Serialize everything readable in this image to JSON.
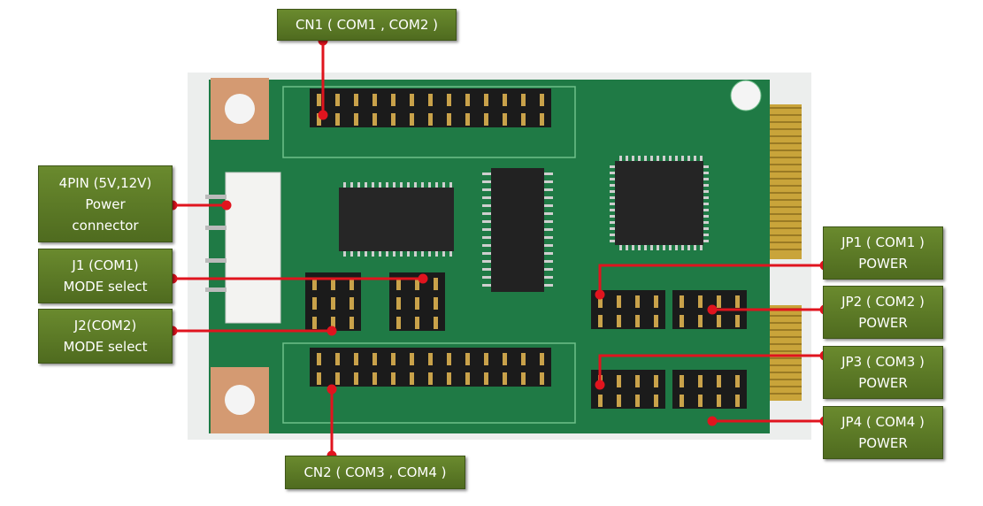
{
  "labels": {
    "cn1": [
      "CN1 ( COM1 , COM2 )"
    ],
    "power": [
      "4PIN (5V,12V)",
      "Power",
      "connector"
    ],
    "j1": [
      "J1 (COM1)",
      "MODE select"
    ],
    "j2": [
      "J2(COM2)",
      "MODE select"
    ],
    "cn2": [
      "CN2 ( COM3 , COM4 )"
    ],
    "jp1": [
      "JP1 ( COM1 )",
      "POWER"
    ],
    "jp2": [
      "JP2 ( COM2 )",
      "POWER"
    ],
    "jp3": [
      "JP3 ( COM3 )",
      "POWER"
    ],
    "jp4": [
      "JP4 ( COM4 )",
      "POWER"
    ]
  },
  "colors": {
    "label_bg": "#5a7a26",
    "leader": "#e0141e",
    "pcb": "#1f7a45"
  }
}
